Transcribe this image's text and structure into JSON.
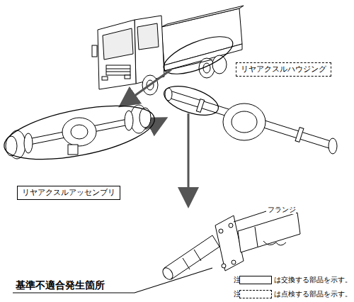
{
  "diagram": {
    "nodes": [
      {
        "text": [
          "リヤアクスルアッセンブリ"
        ]
      },
      {
        "text": [
          "リヤアクスルハウジング"
        ]
      }
    ],
    "labels": [
      "フランジ",
      "基準不適合発生箇所",
      "注：",
      "注："
    ],
    "legend": [
      {
        "text": "は交換する部品を示す。"
      },
      {
        "text": "は点検する部品を示す。"
      }
    ]
  }
}
